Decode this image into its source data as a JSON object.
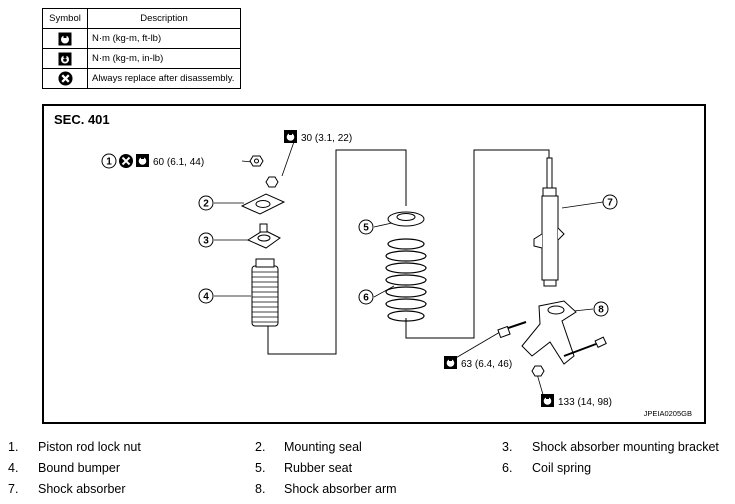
{
  "legend": {
    "header_symbol": "Symbol",
    "header_description": "Description",
    "rows": [
      {
        "icon": "torque-wrench-nm-kgm-ftlb-icon",
        "description": "N·m (kg-m, ft-lb)"
      },
      {
        "icon": "torque-wrench-nm-kgm-inlb-icon",
        "description": "N·m (kg-m, in-lb)"
      },
      {
        "icon": "always-replace-icon",
        "description": "Always replace after disassembly."
      }
    ]
  },
  "diagram": {
    "section": "SEC. 401",
    "ref_code": "JPEIA0205GB",
    "callouts": [
      "1",
      "2",
      "3",
      "4",
      "5",
      "6",
      "7",
      "8"
    ],
    "torques": {
      "lock_nut": "60 (6.1, 44)",
      "bracket_nut": "30 (3.1, 22)",
      "arm_bolt": "63 (6.4, 46)",
      "arm_nut": "133 (14, 98)"
    }
  },
  "parts": [
    {
      "num": "1.",
      "name": "Piston rod lock nut"
    },
    {
      "num": "2.",
      "name": "Mounting seal"
    },
    {
      "num": "3.",
      "name": "Shock absorber mounting bracket"
    },
    {
      "num": "4.",
      "name": "Bound bumper"
    },
    {
      "num": "5.",
      "name": "Rubber seat"
    },
    {
      "num": "6.",
      "name": "Coil spring"
    },
    {
      "num": "7.",
      "name": "Shock absorber"
    },
    {
      "num": "8.",
      "name": "Shock absorber arm"
    }
  ],
  "colors": {
    "line": "#000000",
    "background": "#ffffff"
  }
}
